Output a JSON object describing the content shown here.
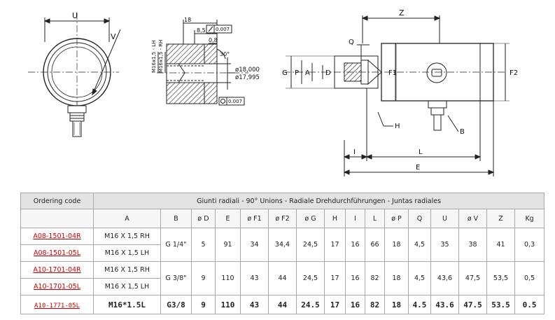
{
  "drawing": {
    "front_view": {
      "dim_u": "U",
      "dim_v": "V"
    },
    "detail_view": {
      "dim_18": "18",
      "dim_8_5": "8,5",
      "dim_0_8": "0,8",
      "flatness_tol": "0.007",
      "parallel_tol": "0.007",
      "chamfer": "30°",
      "thread_lh": "M16x1,5 - LH",
      "thread_rh": "M16x1,5 - RH",
      "bore_max": "ø18,000",
      "bore_min": "ø17,995"
    },
    "side_view": {
      "dim_z": "Z",
      "dim_q": "Q",
      "dim_g": "G",
      "dim_p": "P",
      "dim_a": "A",
      "dim_d": "D",
      "dim_f1": "F1",
      "dim_f2": "F2",
      "dim_h": "H",
      "dim_b": "B",
      "dim_i": "I",
      "dim_l": "L",
      "dim_e": "E"
    }
  },
  "table": {
    "ordering_code_label": "Ordering code",
    "title": "Giunti radiali - 90° Unions - Radiale Drehdurchführungen - Juntas radiales",
    "columns": [
      "A",
      "B",
      "ø D",
      "E",
      "ø F1",
      "ø F2",
      "ø G",
      "H",
      "I",
      "L",
      "ø P",
      "Q",
      "U",
      "ø V",
      "Z",
      "Kg"
    ],
    "groups": [
      {
        "codes": [
          "A08-1501-04R",
          "A08-1501-05L"
        ],
        "threads": [
          "M16 X 1,5 RH",
          "M16 X 1,5 LH"
        ],
        "values": [
          "G 1/4\"",
          "5",
          "91",
          "34",
          "34,4",
          "24,5",
          "17",
          "16",
          "66",
          "18",
          "4,5",
          "35",
          "38",
          "41",
          "0,3"
        ]
      },
      {
        "codes": [
          "A10-1701-04R",
          "A10-1701-05L"
        ],
        "threads": [
          "M16 X 1,5 RH",
          "M16 X 1,5 LH"
        ],
        "values": [
          "G 3/8\"",
          "9",
          "110",
          "43",
          "44",
          "24,5",
          "17",
          "16",
          "82",
          "18",
          "4,5",
          "43,6",
          "47,5",
          "53,5",
          "0,5"
        ]
      }
    ],
    "last_row": {
      "code": "A10-1771-05L",
      "thread": "M16*1.5L",
      "values": [
        "G3/8",
        "9",
        "110",
        "43",
        "44",
        "24.5",
        "17",
        "16",
        "82",
        "18",
        "4.5",
        "43.6",
        "47.5",
        "53.5",
        "0.5"
      ]
    }
  }
}
